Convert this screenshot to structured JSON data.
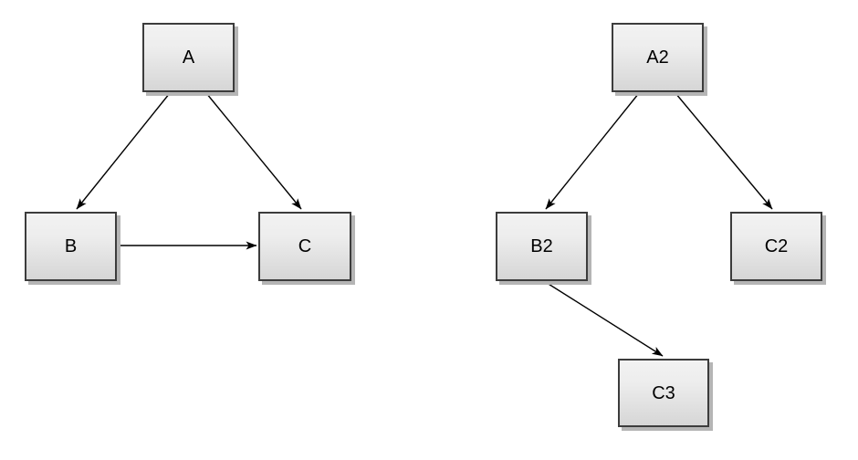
{
  "diagram": {
    "background_color": "#ffffff",
    "style": {
      "node_fill_top": "#f2f2f2",
      "node_fill_bottom": "#d6d6d6",
      "node_border_color": "#3c3c3c",
      "node_shadow_color": "#b5b5b5",
      "edge_color": "#000000",
      "text_color": "#000000"
    },
    "left_graph": {
      "nodes": [
        {
          "id": "A",
          "label": "A"
        },
        {
          "id": "B",
          "label": "B"
        },
        {
          "id": "C",
          "label": "C"
        }
      ],
      "edges": [
        {
          "from": "A",
          "to": "B",
          "label": "A → B"
        },
        {
          "from": "A",
          "to": "C",
          "label": "A → C"
        },
        {
          "from": "B",
          "to": "C",
          "label": "B → C"
        }
      ]
    },
    "right_graph": {
      "nodes": [
        {
          "id": "A2",
          "label": "A2"
        },
        {
          "id": "B2",
          "label": "B2"
        },
        {
          "id": "C2",
          "label": "C2"
        },
        {
          "id": "C3",
          "label": "C3"
        }
      ],
      "edges": [
        {
          "from": "A2",
          "to": "B2",
          "label": "A2 → B2"
        },
        {
          "from": "A2",
          "to": "C2",
          "label": "A2 → C2"
        },
        {
          "from": "B2",
          "to": "C3",
          "label": "B2 → C3"
        }
      ]
    }
  }
}
